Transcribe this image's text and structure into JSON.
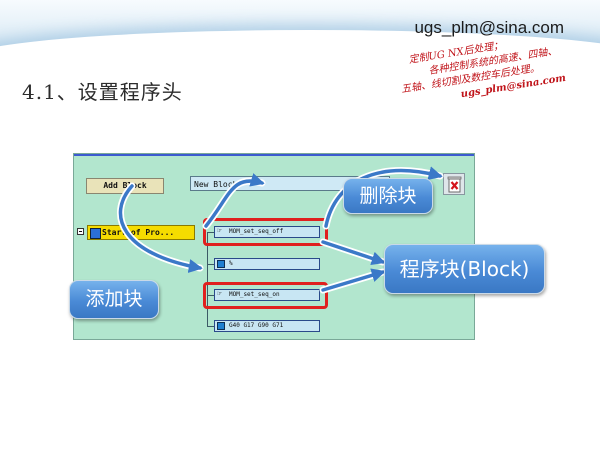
{
  "header": {
    "email": "ugs_plm@sina.com",
    "title": "4.1、设置程序头",
    "stamp_lines": [
      "定制UG NX后处理；",
      "各种控制系统的高速、四轴、",
      "五轴、线切割及数控车后处理。",
      "ugs_plm@sina.com"
    ]
  },
  "panel": {
    "add_block_label": "Add Block",
    "new_block_value": "New Block",
    "trash_icon": "trash-icon",
    "root_label": "Start of Pro...",
    "nodes": [
      "MOM_set_seq_off",
      "%",
      "MOM_set_seq_on",
      "G40 G17 G90 G71"
    ]
  },
  "callouts": {
    "delete_block": "删除块",
    "program_block": "程序块(Block)",
    "add_block": "添加块"
  },
  "colors": {
    "panel_bg": "#b2e6ce",
    "highlight": "#e0201e",
    "callout": "#4a8ad6",
    "stamp": "#c0141a"
  }
}
